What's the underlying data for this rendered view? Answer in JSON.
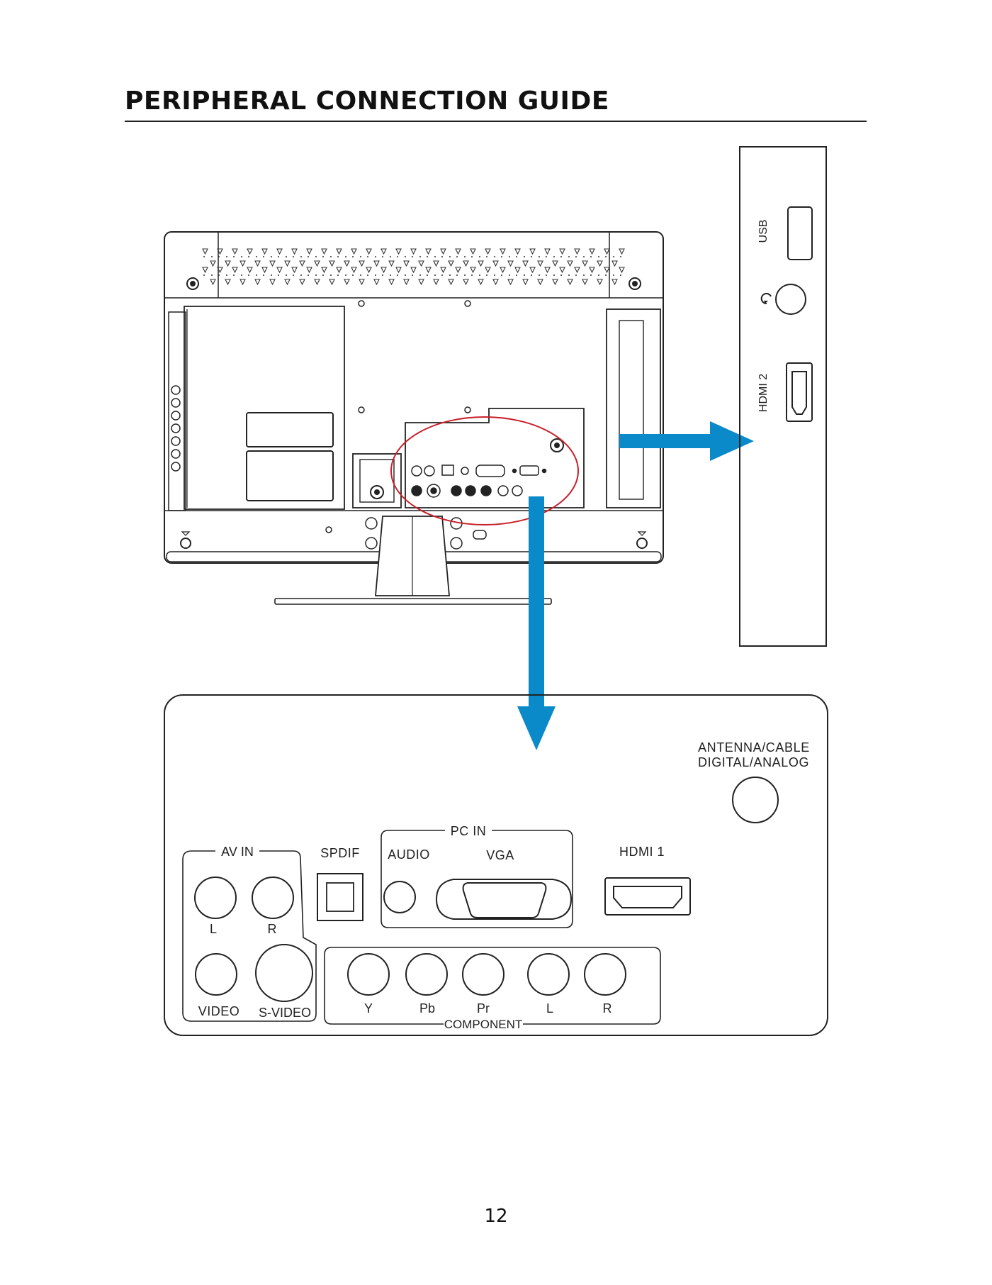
{
  "page": {
    "title": "PERIPHERAL CONNECTION GUIDE",
    "page_number": "12"
  },
  "side_panel": {
    "usb_label": "USB",
    "hdmi2_label": "HDMI 2",
    "headphone_icon": "headphone-icon"
  },
  "main_panel": {
    "antenna_label_line1": "ANTENNA/CABLE",
    "antenna_label_line2": "DIGITAL/ANALOG",
    "av_in": {
      "label": "AV IN",
      "left": "L",
      "right": "R",
      "video": "VIDEO",
      "svideo": "S-VIDEO"
    },
    "spdif_label": "SPDIF",
    "pc_in": {
      "label": "PC IN",
      "audio": "AUDIO",
      "vga": "VGA"
    },
    "hdmi1_label": "HDMI 1",
    "component": {
      "label": "COMPONENT",
      "ports": [
        "Y",
        "Pb",
        "Pr",
        "L",
        "R"
      ]
    }
  },
  "colors": {
    "arrow": "#0a8ac8",
    "highlight_ring": "#c8202a",
    "line": "#222222"
  }
}
